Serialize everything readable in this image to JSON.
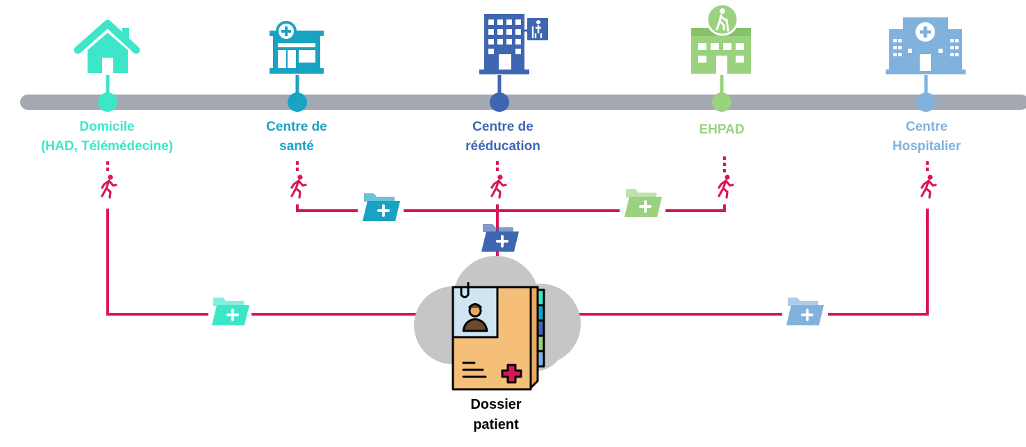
{
  "colors": {
    "timeline": "#a3a8b2",
    "link": "#d8175b",
    "domicile": "#3ee6c9",
    "centre_sante": "#1aa2c3",
    "reeducation": "#3f66b0",
    "ehpad": "#9ad27f",
    "hospitalier": "#80b2dd",
    "cloud": "#c6c6c6",
    "folder_body": "#f5bf7a"
  },
  "icons": {
    "domicile": "house-icon",
    "centre_sante": "health-center-icon",
    "reeducation": "rehabilitation-building-icon",
    "ehpad": "nursing-home-icon",
    "hospitalier": "hospital-icon",
    "walker": "walking-person-icon",
    "folder": "medical-folder-icon",
    "cloud": "cloud-icon",
    "patient_file": "patient-file-icon"
  },
  "locations": [
    {
      "id": "domicile",
      "line1": "Domicile",
      "line2": "(HAD, Télémédecine)"
    },
    {
      "id": "centre_sante",
      "line1": "Centre de",
      "line2": "santé"
    },
    {
      "id": "reeducation",
      "line1": "Centre de",
      "line2": "rééducation"
    },
    {
      "id": "ehpad",
      "line1": "EHPAD",
      "line2": ""
    },
    {
      "id": "hospitalier",
      "line1": "Centre",
      "line2": "Hospitalier"
    }
  ],
  "dossier": {
    "line1": "Dossier",
    "line2": "patient"
  }
}
